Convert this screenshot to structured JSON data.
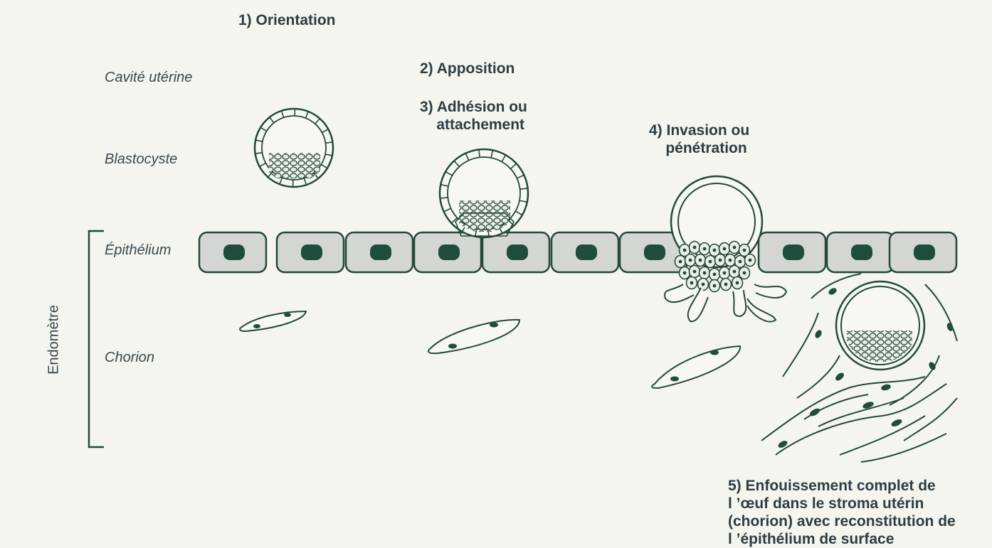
{
  "steps": {
    "orientation": "1) Orientation",
    "apposition": "2) Apposition",
    "adhesion": "3) Adhésion ou\n    attachement",
    "invasion": "4) Invasion ou\n    pénétration",
    "enfouissement": "5) Enfouissement complet de\nl ’œuf dans le stroma utérin\n(chorion) avec reconstitution de\nl ’épithélium de surface"
  },
  "tissues": {
    "cavite": "Cavité utérine",
    "blastocyste": "Blastocyste",
    "epithelium": "Épithélium",
    "chorion": "Chorion",
    "endometre": "Endomètre"
  },
  "colors": {
    "outline": "#24483a",
    "nucleus": "#1e4d3d",
    "cell_fill": "#d3d6d2",
    "background": "#f4f5ef"
  }
}
